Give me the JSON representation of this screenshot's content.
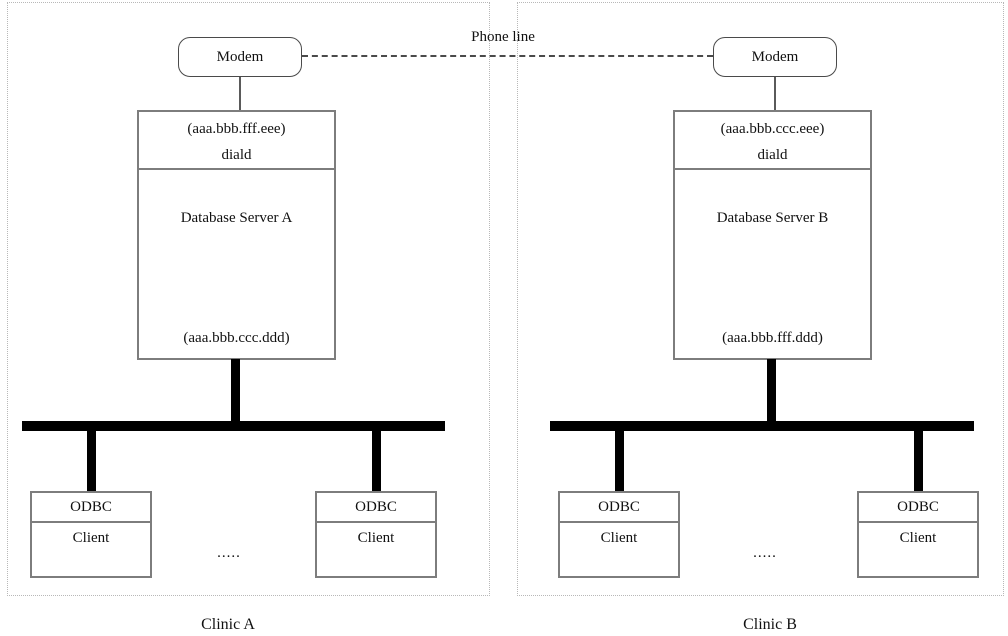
{
  "phone_line": {
    "label": "Phone line"
  },
  "clinics": [
    {
      "name": "Clinic A",
      "modem_label": "Modem",
      "server": {
        "wan_ip": "(aaa.bbb.fff.eee)",
        "daemon": "diald",
        "name": "Database Server A",
        "lan_ip": "(aaa.bbb.ccc.ddd)"
      },
      "clients": [
        {
          "protocol": "ODBC",
          "role": "Client"
        },
        {
          "protocol": "ODBC",
          "role": "Client"
        }
      ],
      "more_clients_ellipsis": "....."
    },
    {
      "name": "Clinic B",
      "modem_label": "Modem",
      "server": {
        "wan_ip": "(aaa.bbb.ccc.eee)",
        "daemon": "diald",
        "name": "Database Server B",
        "lan_ip": "(aaa.bbb.fff.ddd)"
      },
      "clients": [
        {
          "protocol": "ODBC",
          "role": "Client"
        },
        {
          "protocol": "ODBC",
          "role": "Client"
        }
      ],
      "more_clients_ellipsis": "....."
    }
  ],
  "colors": {
    "bus_line": "#000000",
    "box_border": "#7d7d7d",
    "panel_border": "#b8b8b8",
    "text": "#111111"
  }
}
